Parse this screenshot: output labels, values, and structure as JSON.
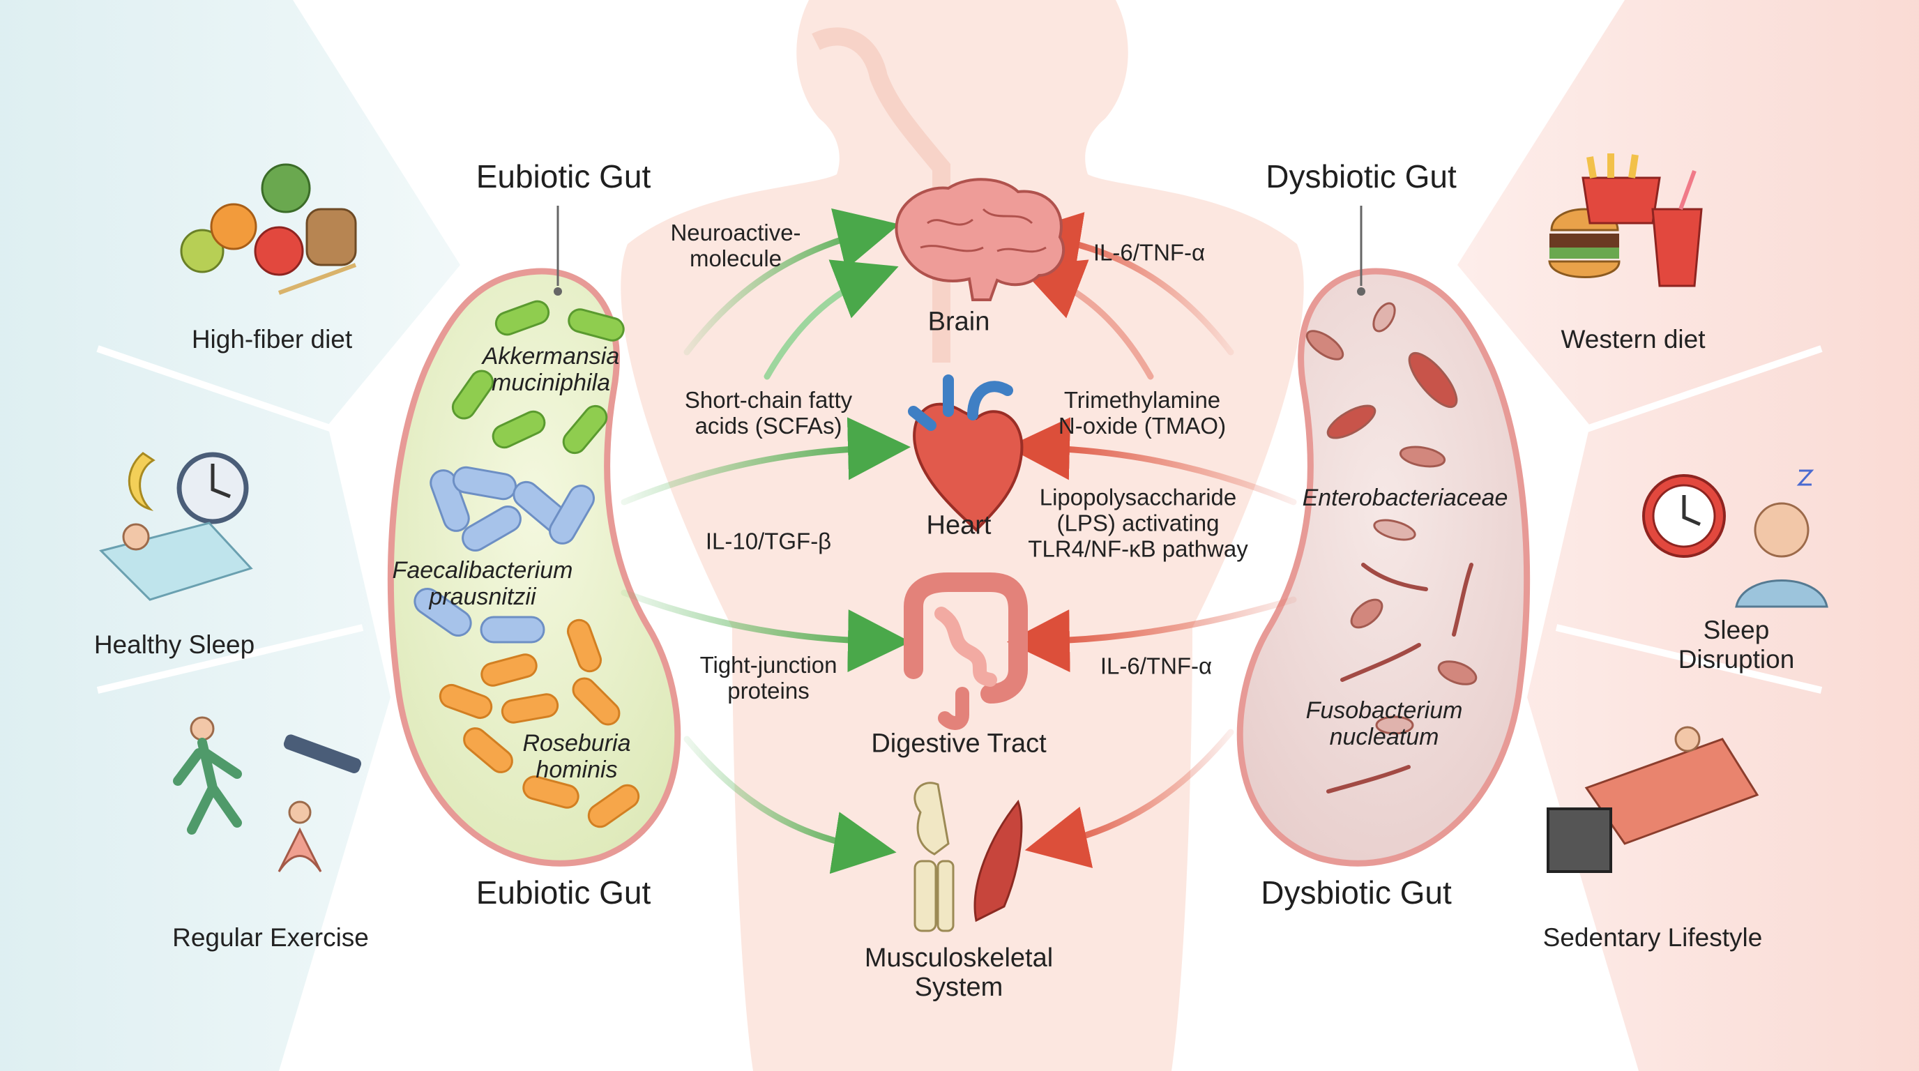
{
  "titles": {
    "eubiotic_top": "Eubiotic Gut",
    "eubiotic_bottom": "Eubiotic Gut",
    "dysbiotic_top": "Dysbiotic Gut",
    "dysbiotic_bottom": "Dysbiotic Gut"
  },
  "organs": {
    "brain": "Brain",
    "heart": "Heart",
    "digestive": "Digestive Tract",
    "musculoskeletal": "Musculoskeletal\nSystem"
  },
  "eubiotic_pathways": {
    "neuroactive": "Neuroactive-\nmolecule",
    "scfa": "Short-chain fatty\nacids (SCFAs)",
    "il10": "IL-10/TGF-β",
    "tight_junction": "Tight-junction\nproteins"
  },
  "dysbiotic_pathways": {
    "il6_brain": "IL-6/TNF-α",
    "tmao": "Trimethylamine\nN-oxide (TMAO)",
    "lps": "Lipopolysaccharide\n(LPS) activating\nTLR4/NF-κB pathway",
    "il6_gut": "IL-6/TNF-α"
  },
  "eubiotic_bacteria": {
    "akkermansia": "Akkermansia\nmuciniphila",
    "faecalibacterium": "Faecalibacterium\nprausnitzii",
    "roseburia": "Roseburia\nhominis"
  },
  "dysbiotic_bacteria": {
    "enterobacteriaceae": "Enterobacteriaceae",
    "fusobacterium": "Fusobacterium\nnucleatum"
  },
  "healthy_factors": {
    "diet": "High-fiber diet",
    "sleep": "Healthy Sleep",
    "exercise": "Regular Exercise"
  },
  "unhealthy_factors": {
    "diet": "Western diet",
    "sleep": "Sleep Disruption",
    "sedentary": "Sedentary Lifestyle"
  },
  "colors": {
    "eubiotic_arrow": "#5cb85c",
    "dysbiotic_arrow": "#e0604a",
    "eubiotic_panel": "#d8ecef",
    "dysbiotic_panel": "#fbdcd6",
    "body": "#fbe3da"
  }
}
